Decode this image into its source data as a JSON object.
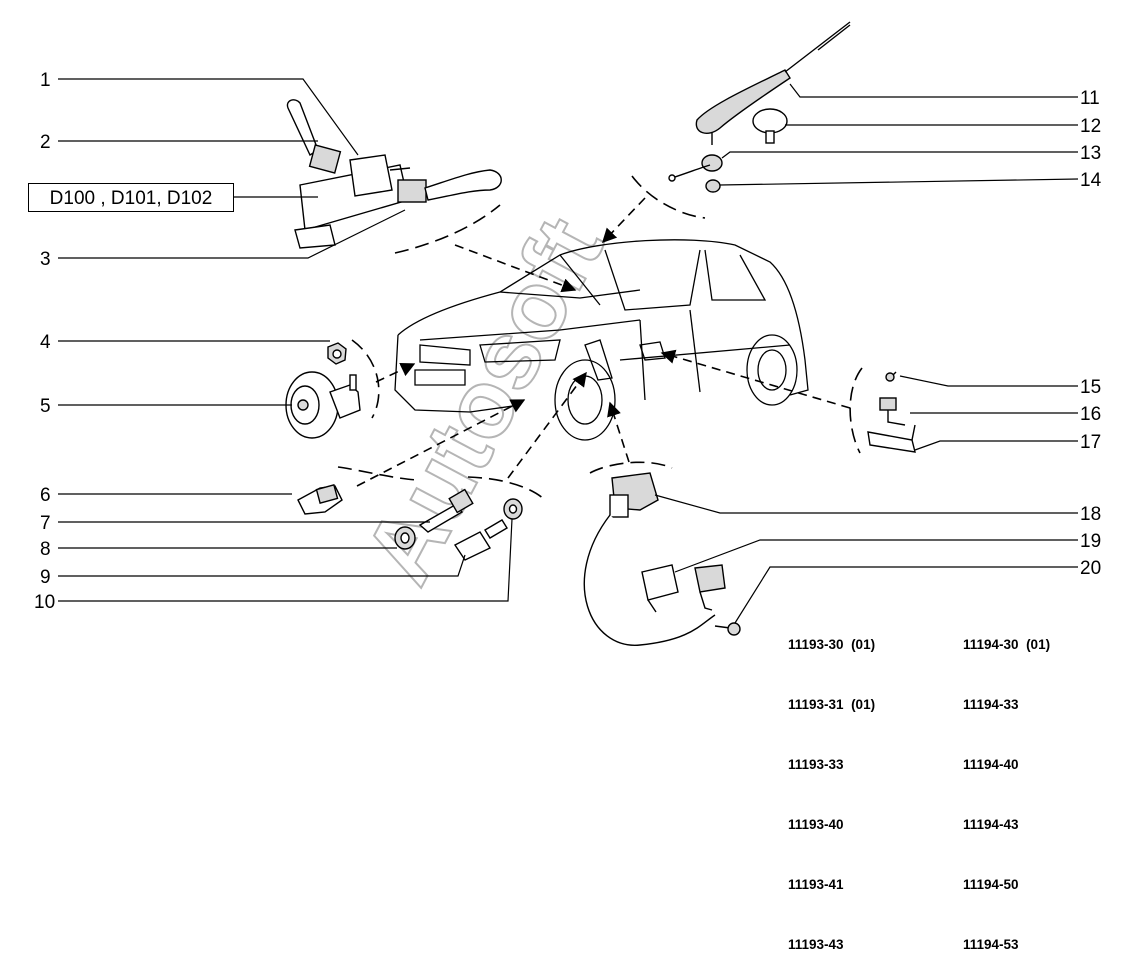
{
  "callouts": [
    "1",
    "2",
    "3",
    "4",
    "5",
    "6",
    "7",
    "8",
    "9",
    "10",
    "11",
    "12",
    "13",
    "14",
    "15",
    "16",
    "17",
    "18",
    "19",
    "20"
  ],
  "variant_label": "D100 , D101, D102",
  "watermark": "Autosoft",
  "model_codes": {
    "left": [
      "11193-30  (01)",
      "11193-31  (01)",
      "11193-33",
      "11193-40",
      "11193-41",
      "11193-43"
    ],
    "right": [
      "11194-30  (01)",
      "11194-33",
      "11194-40",
      "11194-43",
      "11194-50",
      "11194-53"
    ]
  }
}
